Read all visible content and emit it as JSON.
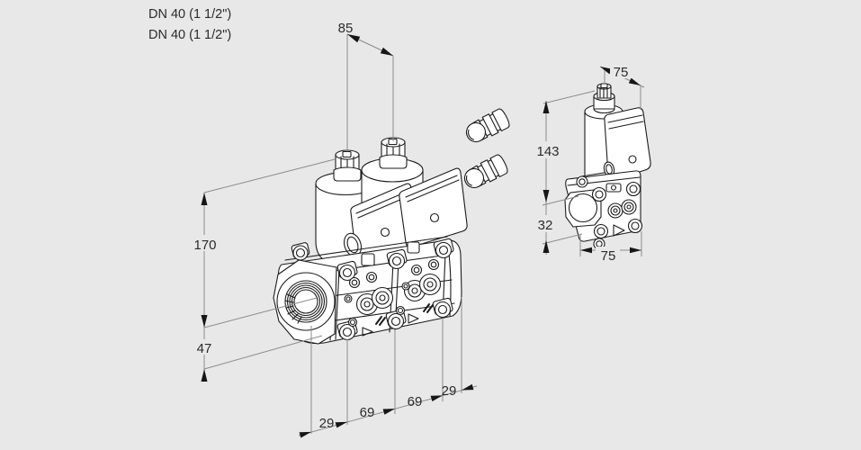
{
  "labels": {
    "dn_line1": "DN 40 (1 1/2\")",
    "dn_line2": "DN 40 (1 1/2\")"
  },
  "dims": {
    "actuator_spacing": "85",
    "total_height": "170",
    "flange_to_bottom": "47",
    "bottom_spacings": [
      "29",
      "69",
      "69",
      "29"
    ],
    "side_top_width": "75",
    "side_height": "143",
    "side_lower_height": "32",
    "side_bottom_width": "75"
  },
  "colors": {
    "background": "#e8e8e8",
    "line": "#1c1c1c",
    "dimension_line": "#8b8b8b",
    "text": "#2b2b2b"
  }
}
